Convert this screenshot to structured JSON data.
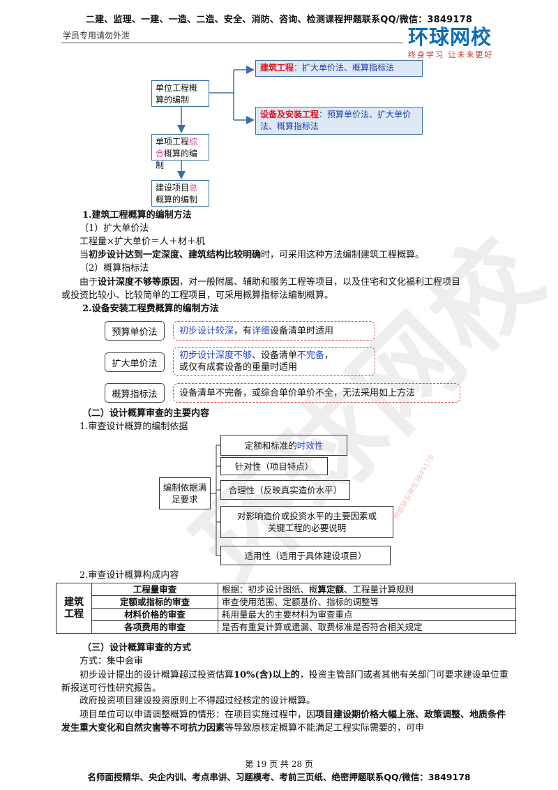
{
  "header": {
    "ad_line": "二建、监理、一建、一造、二造、安全、消防、咨询、检测课程押题联系QQ/微信：3849178",
    "student_note": "学员专用请勿外泄",
    "logo_main": "环球网校",
    "logo_slogan": "终身学习 让未来更好"
  },
  "watermark": {
    "text": "环球网校",
    "contact": "押题联系微信3849178"
  },
  "flow1": {
    "unit": "单位工程概算的编制",
    "single_a": "单项工程",
    "single_b": "综合",
    "single_c": "概算的编制",
    "project_a": "建设项目",
    "project_b": "总",
    "project_c": "概算的编制",
    "building_label": "建筑工程",
    "building_methods": "：扩大单价法、概算指标法",
    "equip_label": "设备及安装工程",
    "equip_methods": "：预算单价法、扩大单价法、概算指标法"
  },
  "sec1": {
    "title": "1.建筑工程概算的编制方法",
    "m1": "（1）扩大单价法",
    "formula": "工程量×扩大单价＝人＋材＋机",
    "m1_pre": "当",
    "m1_bold": "初步设计达到一定深度、建筑结构比较明确",
    "m1_post": "时，可采用这种方法编制建筑工程概算。",
    "m2": "（2）概算指标法",
    "m2_pre": "由于",
    "m2_bold": "设计深度不够等原因",
    "m2_post": "，对一般附属、辅助和服务工程等项目，以及住宅和文化福利工程项目",
    "m2_line2": "或投资比较小、比较简单的工程项目，可采用概算指标法编制概算。"
  },
  "sec2": {
    "title": "2.设备安装工程费概算的编制方法",
    "rows": [
      {
        "label": "预算单价法",
        "a": "初步设计较深",
        "b": "，有",
        "c": "详细",
        "d": "设备清单时适用"
      },
      {
        "label": "扩大单价法",
        "a": "初步设计深度不够",
        "b": "、设备清单",
        "c": "不完备",
        "d": "，",
        "line2": "或仅有成套设备的重量时适用"
      },
      {
        "label": "概算指标法",
        "text": "设备清单不完备，或综合单价单价不全，无法采用如上方法"
      }
    ]
  },
  "sec3": {
    "title": "（二）设计概算审查的主要内容",
    "sub1": "1.审查设计概算的编制依据",
    "center": "编制依据满足要求",
    "items": [
      {
        "a": "定额和标准的",
        "b": "时效性"
      },
      {
        "a": "针对性（项目特点）"
      },
      {
        "a": "合理性（反映真实造价水平）"
      },
      {
        "a": "对影响造价或投资水平的主要因素或",
        "line2": "关键工程的必要说明"
      },
      {
        "a": "适用性（适用于具体建设项目）"
      }
    ],
    "sub2": "2.审查设计概算构成内容"
  },
  "review_table": {
    "group": "建筑工程",
    "rows": [
      {
        "k": "工程量审查",
        "v_a": "根据：初步设计图纸、概",
        "v_b": "算定额",
        "v_c": "、工程量计算规则"
      },
      {
        "k": "定额或指标的审查",
        "v_a": "审查使用范围、定额基价、指标的调整等"
      },
      {
        "k": "材料价格的审查",
        "v_a": "耗用量最大的主要材料为审查重点"
      },
      {
        "k": "各项费用的审查",
        "v_a": "是否有重复计算或遗漏、取费标准是否符合相关规定"
      }
    ]
  },
  "sec4": {
    "title": "（三）设计概算审查的方式",
    "method": "方式：集中会审",
    "p1_a": "初步设计提出的设计概算超过投资估算",
    "p1_b": "10%(含)以上的",
    "p1_c": "，投资主管部门或者其他有关部门可要求",
    "p1_line2": "建设单位重新报送可行性研究报告。",
    "p2": "政府投资项目建设投资原则上不得超过经核定的设计概算。",
    "p3_a": "项目单位可以申请调整概算的情形：在项目实施过程中，因",
    "p3_b": "项目建设期价格大幅上涨、政策调整、",
    "p3_c": "地质条件发生重大变化和自然灾害等不可抗力因素",
    "p3_d": "等导致原核定概算不能满足工程实际需要的，可申"
  },
  "footer": {
    "page": "第 19 页 共 28 页",
    "ad_line": "名师面授精华、央企内训、考点串讲、习题模考、考前三页纸、绝密押题联系QQ/微信：3849178"
  }
}
